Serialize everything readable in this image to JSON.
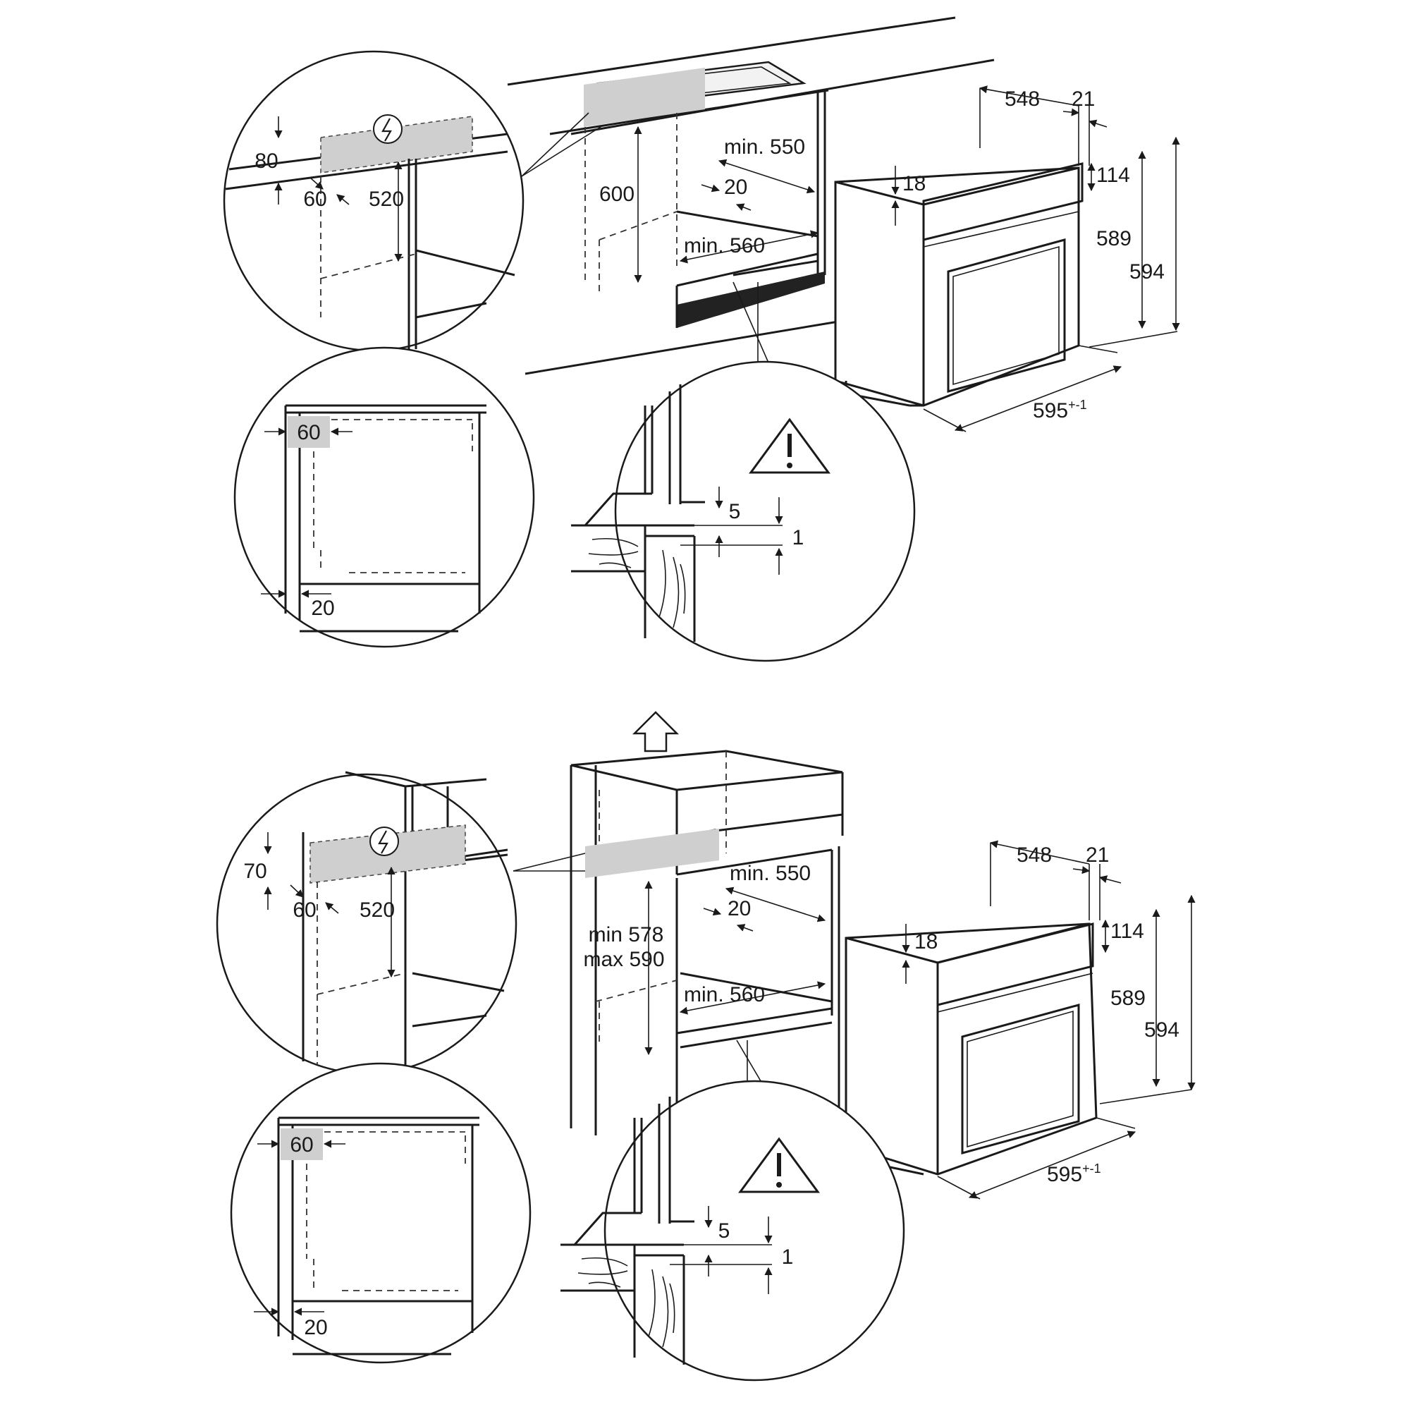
{
  "labels": {
    "top_oven_depth": "548",
    "top_front_depth": "21",
    "top_panel_height": "114",
    "top_top_gap": "18",
    "top_height_1": "589",
    "top_height_2": "594",
    "top_width": "595",
    "top_width_tol": "+-1",
    "top_niche_height": "600",
    "top_min_depth": "min. 550",
    "top_back_gap": "20",
    "top_min_width": "min. 560",
    "top_detail_80": "80",
    "top_detail_60": "60",
    "top_detail_520": "520",
    "top_side_60": "60",
    "top_side_20": "20",
    "top_gap_5": "5",
    "top_gap_1": "1",
    "bot_oven_depth": "548",
    "bot_front_depth": "21",
    "bot_panel_height": "114",
    "bot_top_gap": "18",
    "bot_height_1": "589",
    "bot_height_2": "594",
    "bot_width": "595",
    "bot_width_tol": "+-1",
    "bot_niche_min": "min 578",
    "bot_niche_max": "max 590",
    "bot_min_depth": "min. 550",
    "bot_back_gap": "20",
    "bot_min_width": "min. 560",
    "bot_detail_70": "70",
    "bot_detail_60": "60",
    "bot_detail_520": "520",
    "bot_side_60": "60",
    "bot_side_20": "20",
    "bot_gap_5": "5",
    "bot_gap_1": "1"
  },
  "icons": {
    "electric": "lightning-bolt",
    "warning": "exclamation-triangle",
    "ventilation": "up-arrow"
  }
}
